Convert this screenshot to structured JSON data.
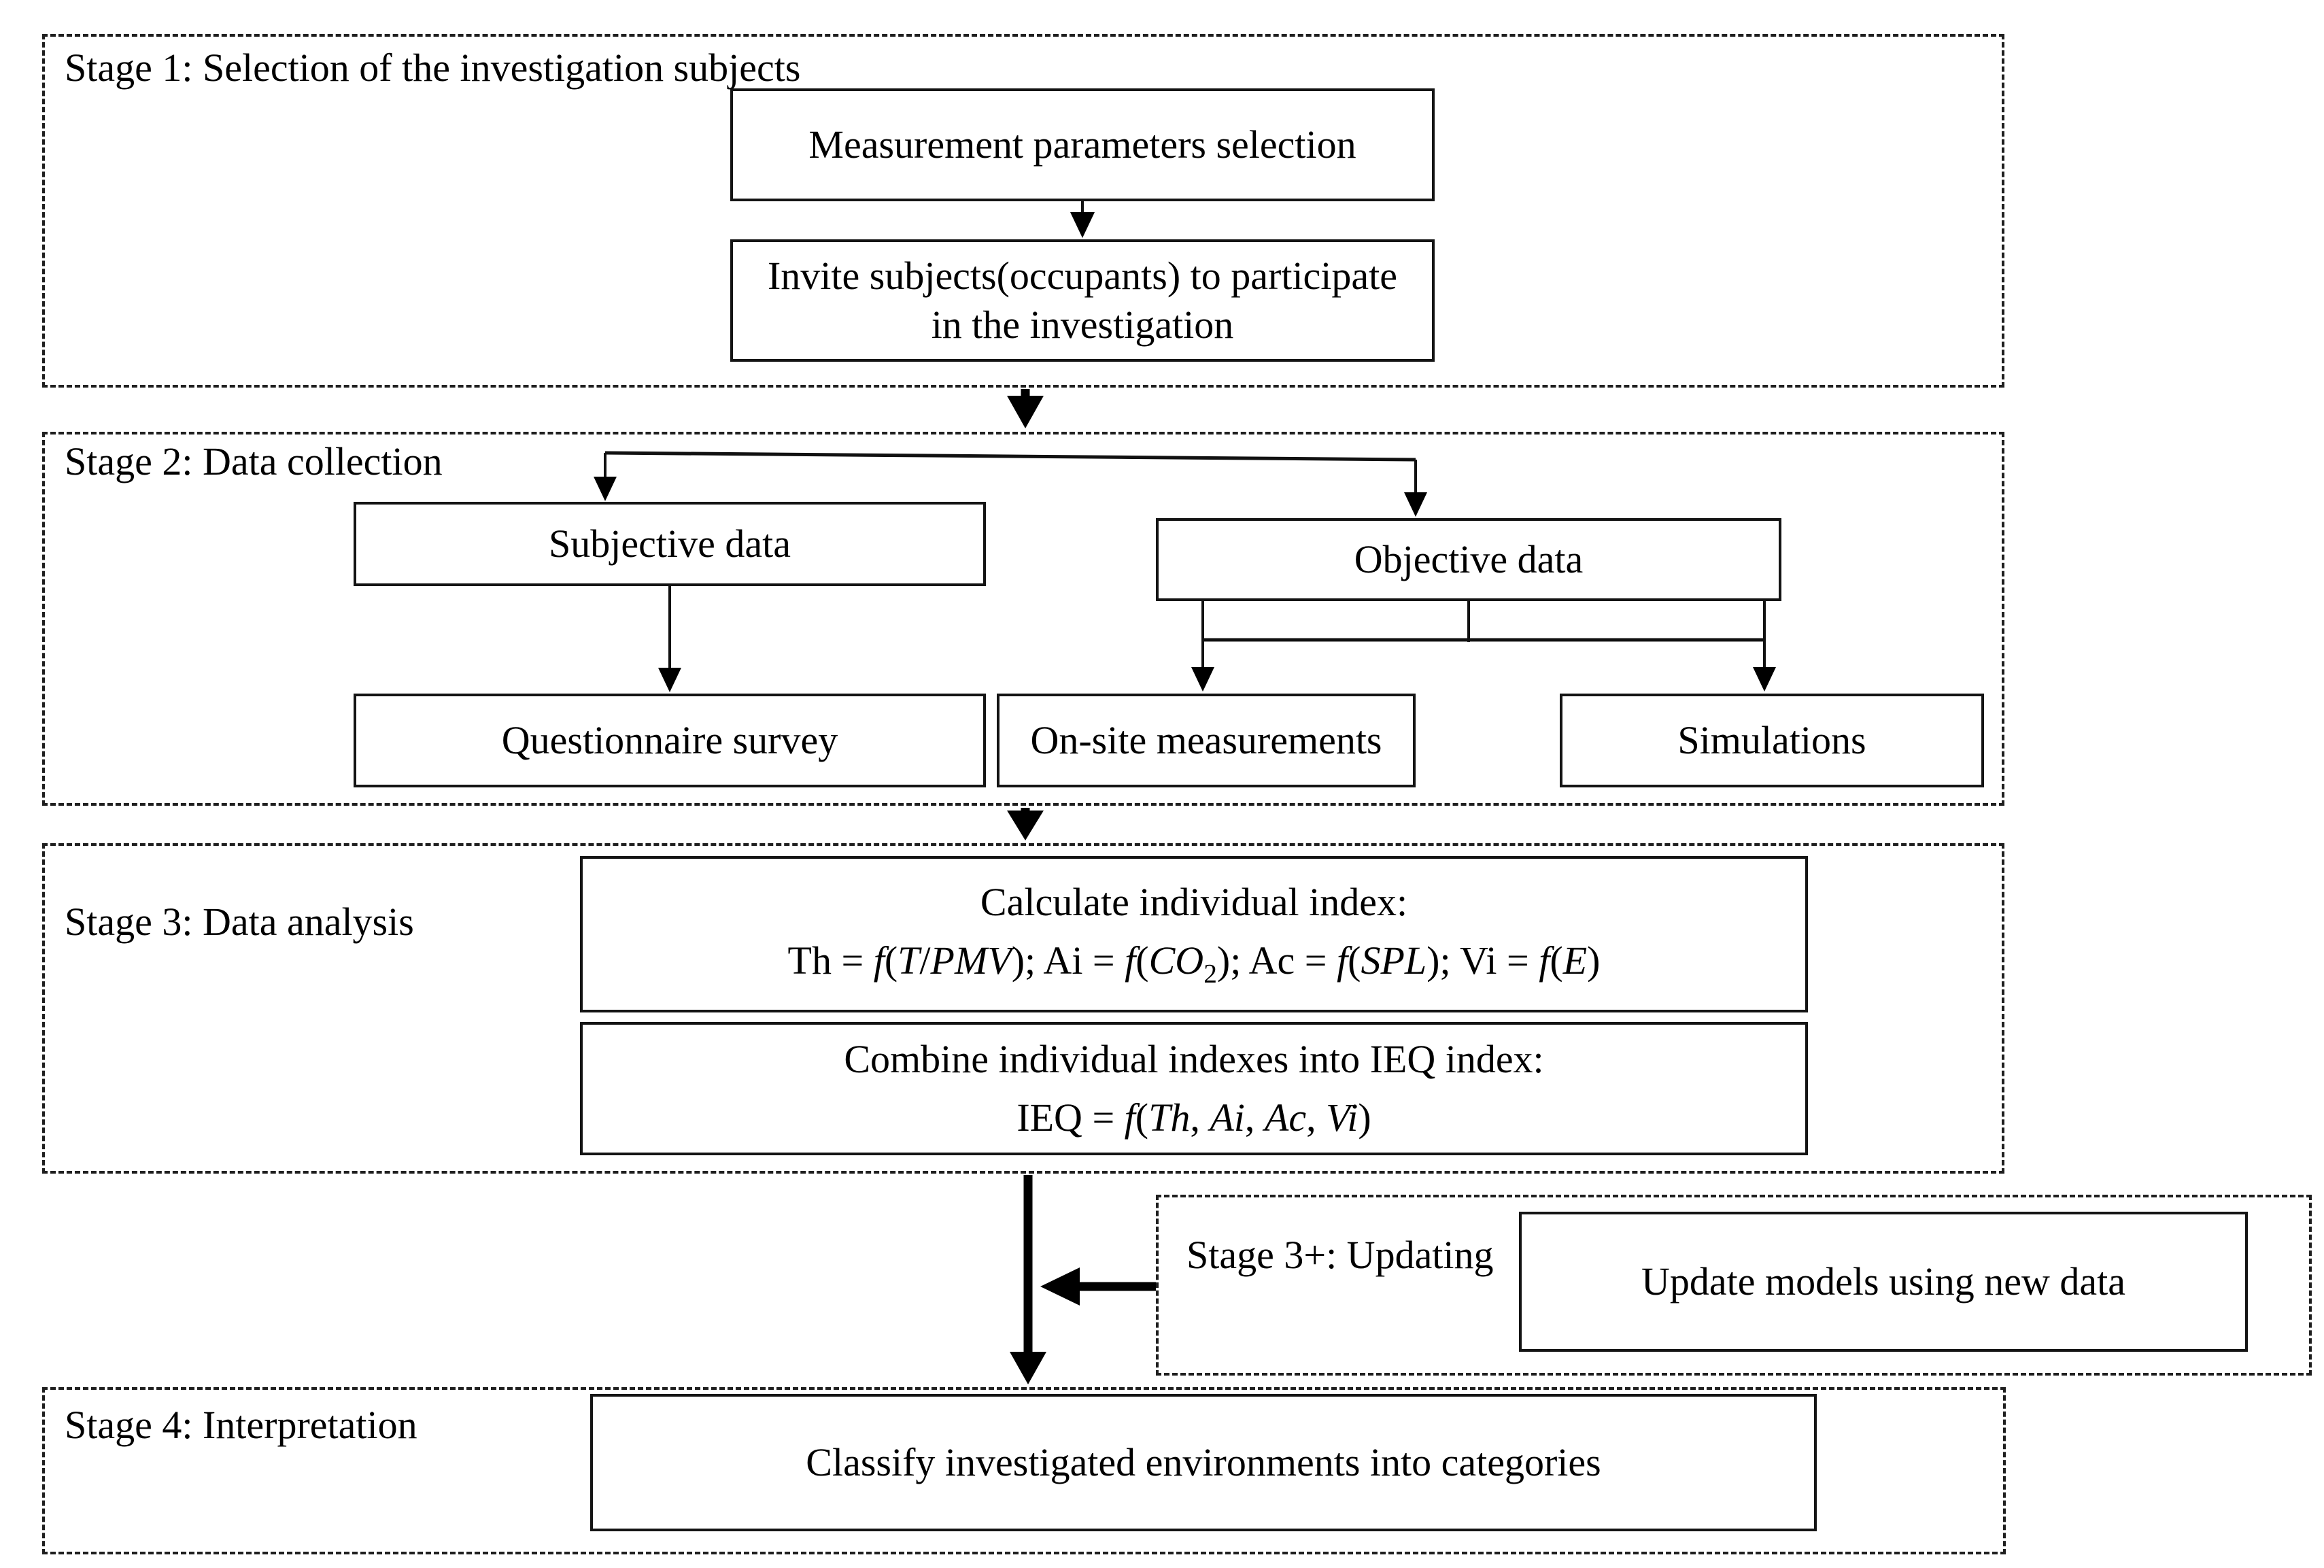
{
  "colors": {
    "ink": "#000000",
    "background": "#ffffff"
  },
  "stages": {
    "stage1": {
      "label": "Stage 1: Selection of the investigation subjects",
      "boxes": {
        "measurement": "Measurement parameters selection",
        "invite_line1": "Invite subjects(occupants) to participate",
        "invite_line2": "in the investigation"
      }
    },
    "stage2": {
      "label": "Stage 2: Data collection",
      "boxes": {
        "subjective": "Subjective data",
        "objective": "Objective data",
        "questionnaire": "Questionnaire survey",
        "onsite": "On-site measurements",
        "simulations": "Simulations"
      }
    },
    "stage3": {
      "label": "Stage 3: Data analysis",
      "boxes": {
        "calculate_title": "Calculate individual index:",
        "calculate_formula_html": "Th = <i>f</i>(<i>T</i>/<i>PMV</i>); Ai = <i>f</i>(<i>CO</i><sub>2</sub>); Ac = <i>f</i>(<i>SPL</i>); Vi = <i>f</i>(<i>E</i>)",
        "combine_title": "Combine individual indexes into IEQ index:",
        "combine_formula_html": "IEQ = <i>f</i>(<i>Th</i>, <i>Ai</i>, <i>Ac</i>, <i>Vi</i>)"
      }
    },
    "stage3plus": {
      "label": "Stage 3+: Updating",
      "boxes": {
        "update": "Update models using new data"
      }
    },
    "stage4": {
      "label": "Stage 4: Interpretation",
      "boxes": {
        "classify": "Classify investigated environments into categories"
      }
    }
  }
}
